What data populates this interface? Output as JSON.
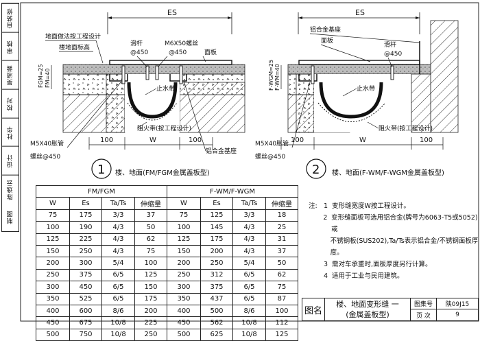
{
  "strip": [
    {
      "label": "自装修",
      "sig": ""
    },
    {
      "label": "审核",
      "sig": ""
    },
    {
      "label": "吴淑蓉",
      "sig": "吴淑蓉"
    },
    {
      "label": "校对",
      "sig": ""
    },
    {
      "label": "杜华",
      "sig": "杜华"
    },
    {
      "label": "设计",
      "sig": ""
    },
    {
      "label": "陈逸云",
      "sig": "陈逸云"
    },
    {
      "label": "制图",
      "sig": ""
    }
  ],
  "detail1": {
    "dim_es": "ES",
    "dim_w": "W",
    "dim_100_left": "100",
    "dim_100_right": "100",
    "label_floor_design": "地面做法按工程设计",
    "label_floor_mark": "楼地面标高",
    "label_slide": "滑杆",
    "label_slide_size": "@450",
    "label_screw": "M6X50螺丝",
    "label_screw_size": "@450",
    "label_panel": "面板",
    "label_fgm": "FGM=25",
    "label_fm": "FM=40",
    "label_waterstop": "止水带",
    "label_fireband": "阻火带(按工程设计)",
    "label_anchor": "M5X40胀管",
    "label_anchor2": "螺丝@450",
    "label_base": "铝合金基座",
    "circle_num": "1",
    "caption": "楼、地面(FM/FGM金属盖板型)"
  },
  "detail2": {
    "dim_es": "ES",
    "dim_w": "W",
    "dim_100_left": "100",
    "dim_100_right": "100",
    "label_base": "铝合金基座",
    "label_panel": "面板",
    "label_slide": "滑杆",
    "label_slide_size": "@450",
    "label_fwgm": "F-WGM=25",
    "label_fwm": "F-WM=40",
    "label_waterstop": "止水带",
    "label_fireband": "阻火带(按工程设计)",
    "label_anchor": "M5X40胀管",
    "label_anchor2": "螺丝@450",
    "circle_num": "2",
    "caption": "楼、地面(F-WM/F-WGM金属盖板型)"
  },
  "table": {
    "group1": "FM/FGM",
    "group2": "F-WM/F-WGM",
    "headers1": [
      "W",
      "Es",
      "Ta/Ts",
      "伸缩量"
    ],
    "headers2": [
      "W",
      "Es",
      "Ta/Ts",
      "伸缩量"
    ],
    "rows1": [
      [
        "75",
        "175",
        "3/3",
        "37"
      ],
      [
        "100",
        "190",
        "4/3",
        "50"
      ],
      [
        "125",
        "225",
        "4/3",
        "62"
      ],
      [
        "150",
        "250",
        "4/3",
        "75"
      ],
      [
        "200",
        "300",
        "5/4",
        "100"
      ],
      [
        "250",
        "375",
        "6/5",
        "125"
      ],
      [
        "300",
        "450",
        "6/5",
        "150"
      ],
      [
        "350",
        "525",
        "6/5",
        "175"
      ],
      [
        "400",
        "600",
        "8/6",
        "200"
      ],
      [
        "450",
        "675",
        "10/8",
        "225"
      ],
      [
        "500",
        "750",
        "10/8",
        "250"
      ]
    ],
    "rows2": [
      [
        "75",
        "125",
        "3/3",
        "18"
      ],
      [
        "100",
        "145",
        "4/3",
        "25"
      ],
      [
        "125",
        "175",
        "4/3",
        "31"
      ],
      [
        "150",
        "200",
        "4/3",
        "37"
      ],
      [
        "200",
        "250",
        "5/4",
        "50"
      ],
      [
        "250",
        "312",
        "6/5",
        "62"
      ],
      [
        "300",
        "375",
        "6/5",
        "75"
      ],
      [
        "350",
        "437",
        "6/5",
        "87"
      ],
      [
        "400",
        "500",
        "8/6",
        "100"
      ],
      [
        "450",
        "562",
        "10/8",
        "112"
      ],
      [
        "500",
        "625",
        "10/8",
        "125"
      ]
    ]
  },
  "notes": {
    "title": "注:",
    "items": [
      {
        "n": "1",
        "lines": [
          "变形缝宽度W按工程设计。"
        ]
      },
      {
        "n": "2",
        "lines": [
          "变形缝面板可选用铝合金(牌号为6063-T5或5052)或",
          "不锈钢板(SUS202),Ta/Ts表示铝合金/不锈钢面板厚度。"
        ]
      },
      {
        "n": "3",
        "lines": [
          "需对车承重时,面板厚度另行计算。"
        ]
      },
      {
        "n": "4",
        "lines": [
          "适用于工业与民用建筑。"
        ]
      }
    ]
  },
  "titleblock": {
    "name_label": "图名",
    "title_line1": "楼、地面变形缝 一",
    "title_line2": "(金属盖板型)",
    "atlas_label": "图集号",
    "atlas_value": "陕09J15",
    "page_label": "页 次",
    "page_value": "9"
  }
}
